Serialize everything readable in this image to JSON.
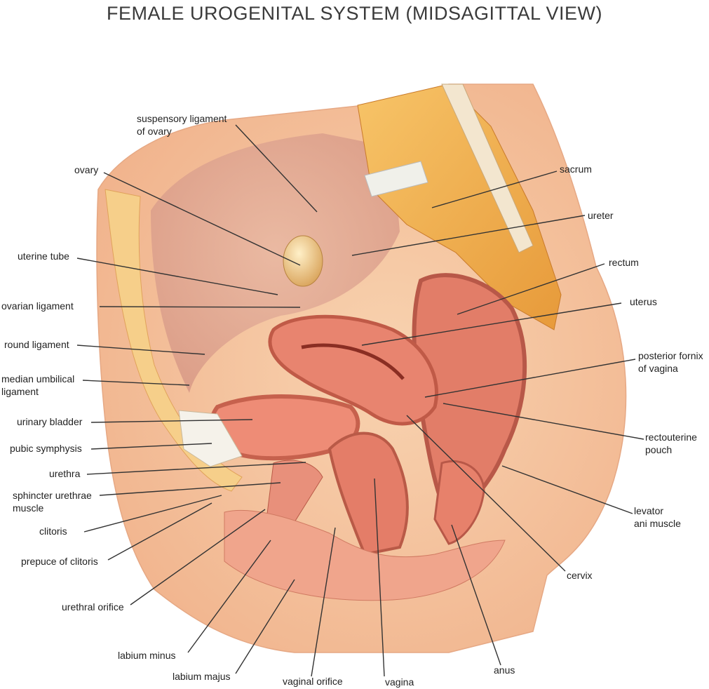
{
  "title": "FEMALE UROGENITAL SYSTEM (MIDSAGITTAL VIEW)",
  "labels": {
    "suspensory_1": "suspensory ligament",
    "suspensory_2": "of ovary",
    "ovary": "ovary",
    "uterine_tube": "uterine tube",
    "ovarian_ligament": "ovarian ligament",
    "round_ligament": "round ligament",
    "median_umbilical_1": "median umbilical",
    "median_umbilical_2": "ligament",
    "urinary_bladder": "urinary bladder",
    "pubic_symphysis": "pubic symphysis",
    "urethra": "urethra",
    "sphincter_1": "sphincter urethrae",
    "sphincter_2": "muscle",
    "clitoris": "clitoris",
    "prepuce": "prepuce of clitoris",
    "urethral_orifice": "urethral orifice",
    "labium_minus": "labium minus",
    "labium_majus": "labium majus",
    "vaginal_orifice": "vaginal orifice",
    "vagina": "vagina",
    "anus": "anus",
    "cervix": "cervix",
    "levator_1": "levator",
    "levator_2": "ani muscle",
    "rectouterine_1": "rectouterine",
    "rectouterine_2": "pouch",
    "posterior_fornix_1": "posterior fornix",
    "posterior_fornix_2": "of vagina",
    "uterus": "uterus",
    "rectum": "rectum",
    "ureter": "ureter",
    "sacrum": "sacrum"
  },
  "colors": {
    "skin": "#f6c7a0",
    "tissue": "#e8846f",
    "bone": "#f3b24c",
    "fat": "#f7d79b",
    "leader": "#333333"
  }
}
